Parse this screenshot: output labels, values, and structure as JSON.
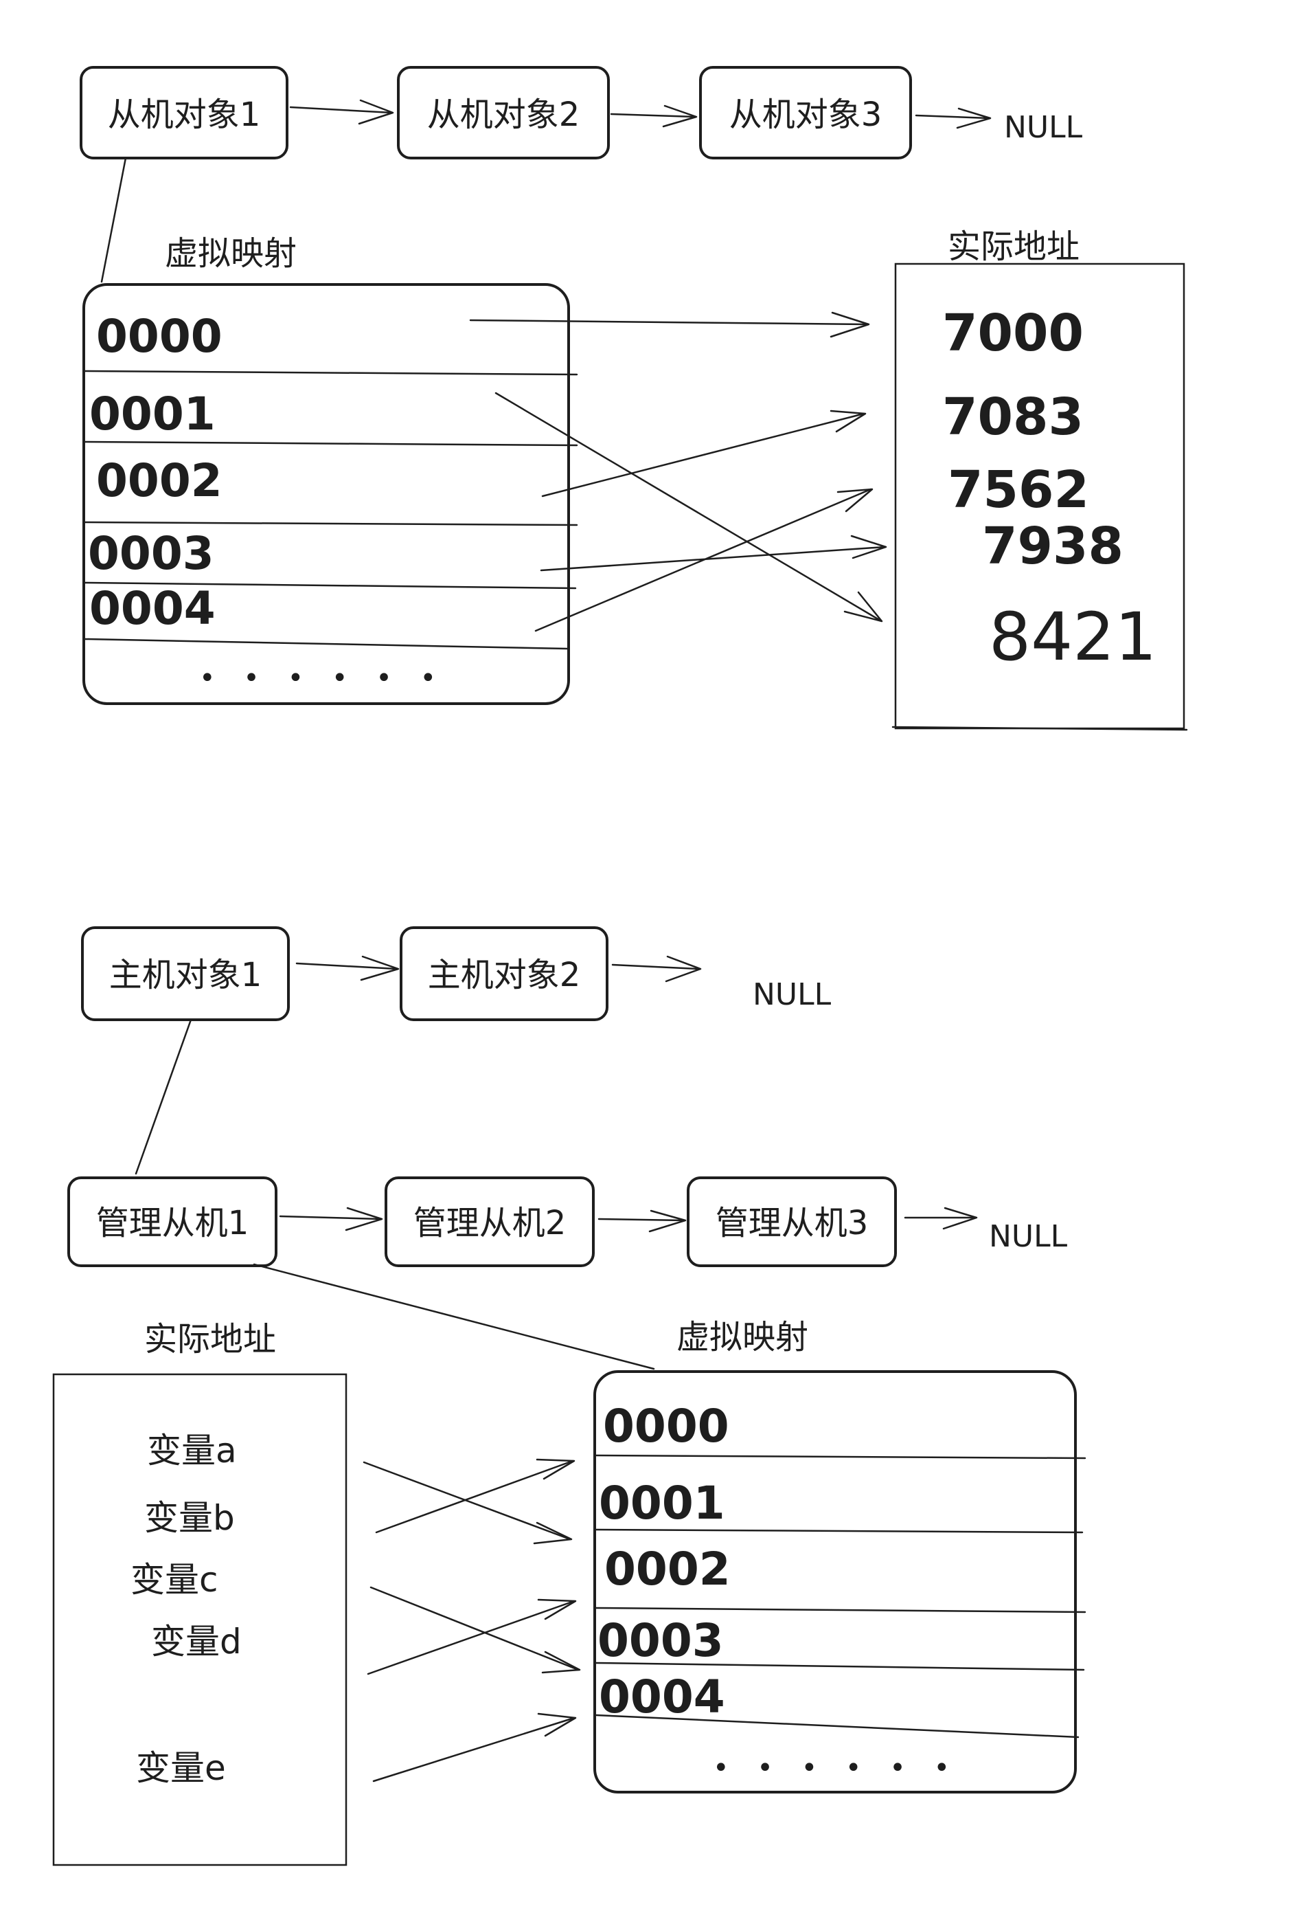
{
  "top": {
    "slaves": [
      "从机对象1",
      "从机对象2",
      "从机对象3"
    ],
    "null": "NULL",
    "virtual_title": "虚拟映射",
    "physical_title": "实际地址",
    "virtual_rows": [
      "0000",
      "0001",
      "0002",
      "0003",
      "0004"
    ],
    "virtual_more": "• • • • • •",
    "physical_values": [
      "7000",
      "7083",
      "7562",
      "7938",
      "8421"
    ]
  },
  "bottom": {
    "hosts": [
      "主机对象1",
      "主机对象2"
    ],
    "host_null": "NULL",
    "managers": [
      "管理从机1",
      "管理从机2",
      "管理从机3"
    ],
    "manager_null": "NULL",
    "physical_title": "实际地址",
    "virtual_title": "虚拟映射",
    "variables": [
      "变量a",
      "变量b",
      "变量c",
      "变量d",
      "变量e"
    ],
    "virtual_rows": [
      "0000",
      "0001",
      "0002",
      "0003",
      "0004"
    ],
    "virtual_more": "• • • • • •"
  }
}
